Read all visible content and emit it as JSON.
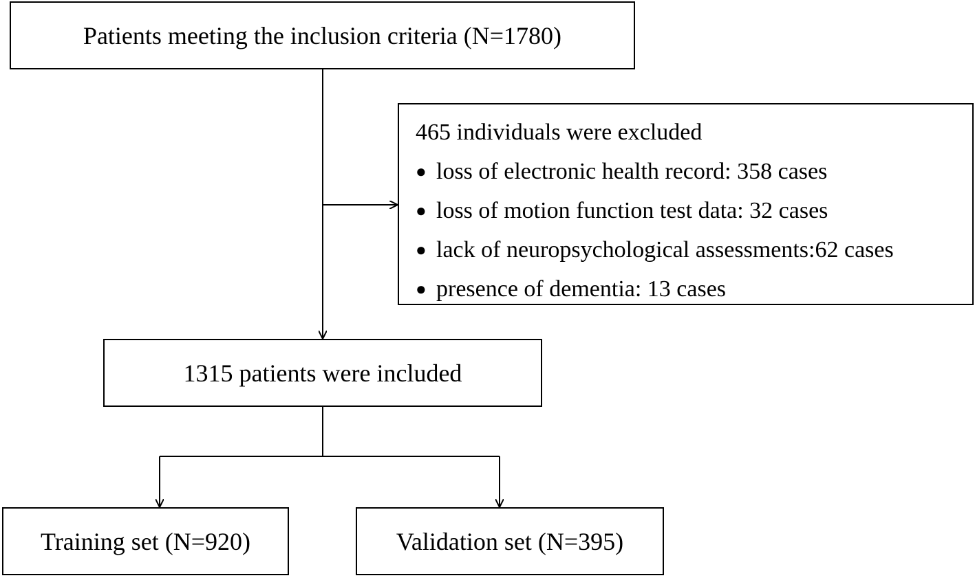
{
  "top_box": {
    "label": "Patients meeting the inclusion criteria (N=1780)"
  },
  "excluded_box": {
    "title": "465 individuals were excluded",
    "items": [
      "loss of  electronic health record: 358 cases",
      "loss of motion function test data: 32 cases",
      "lack of neuropsychological assessments:62 cases",
      "presence of dementia: 13 cases"
    ]
  },
  "included_box": {
    "label": "1315 patients were included"
  },
  "training_box": {
    "label": "Training set (N=920)"
  },
  "validation_box": {
    "label": "Validation set (N=395)"
  }
}
